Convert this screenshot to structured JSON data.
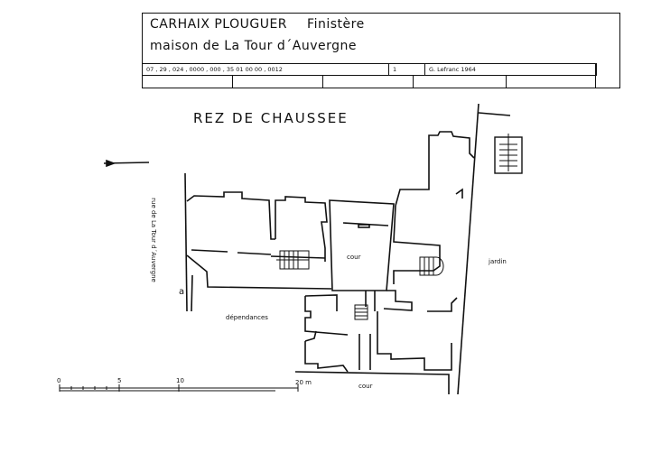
{
  "title_block": {
    "commune": "CARHAIX PLOUGUER",
    "department": "Finistère",
    "subject": "maison de La Tour d´Auvergne",
    "reference": "07 , 29 , 024 , 0000 , 000 , 35 01 00 00 , 0012",
    "sheet": "1",
    "author_date": "G. Lefranc 1964"
  },
  "plan": {
    "heading": "REZ DE CHAUSSEE",
    "street_label": "rue de La Tour d´Auvergne",
    "marker": "a",
    "labels": {
      "outbuildings": "dépendances",
      "courtyard_inner": "cour",
      "courtyard_south": "cour",
      "garden": "jardin"
    }
  },
  "scale_bar": {
    "ticks": [
      "0",
      "5",
      "10",
      "20 m"
    ]
  },
  "icons": [
    "north-arrow-icon",
    "staircase-icon"
  ]
}
